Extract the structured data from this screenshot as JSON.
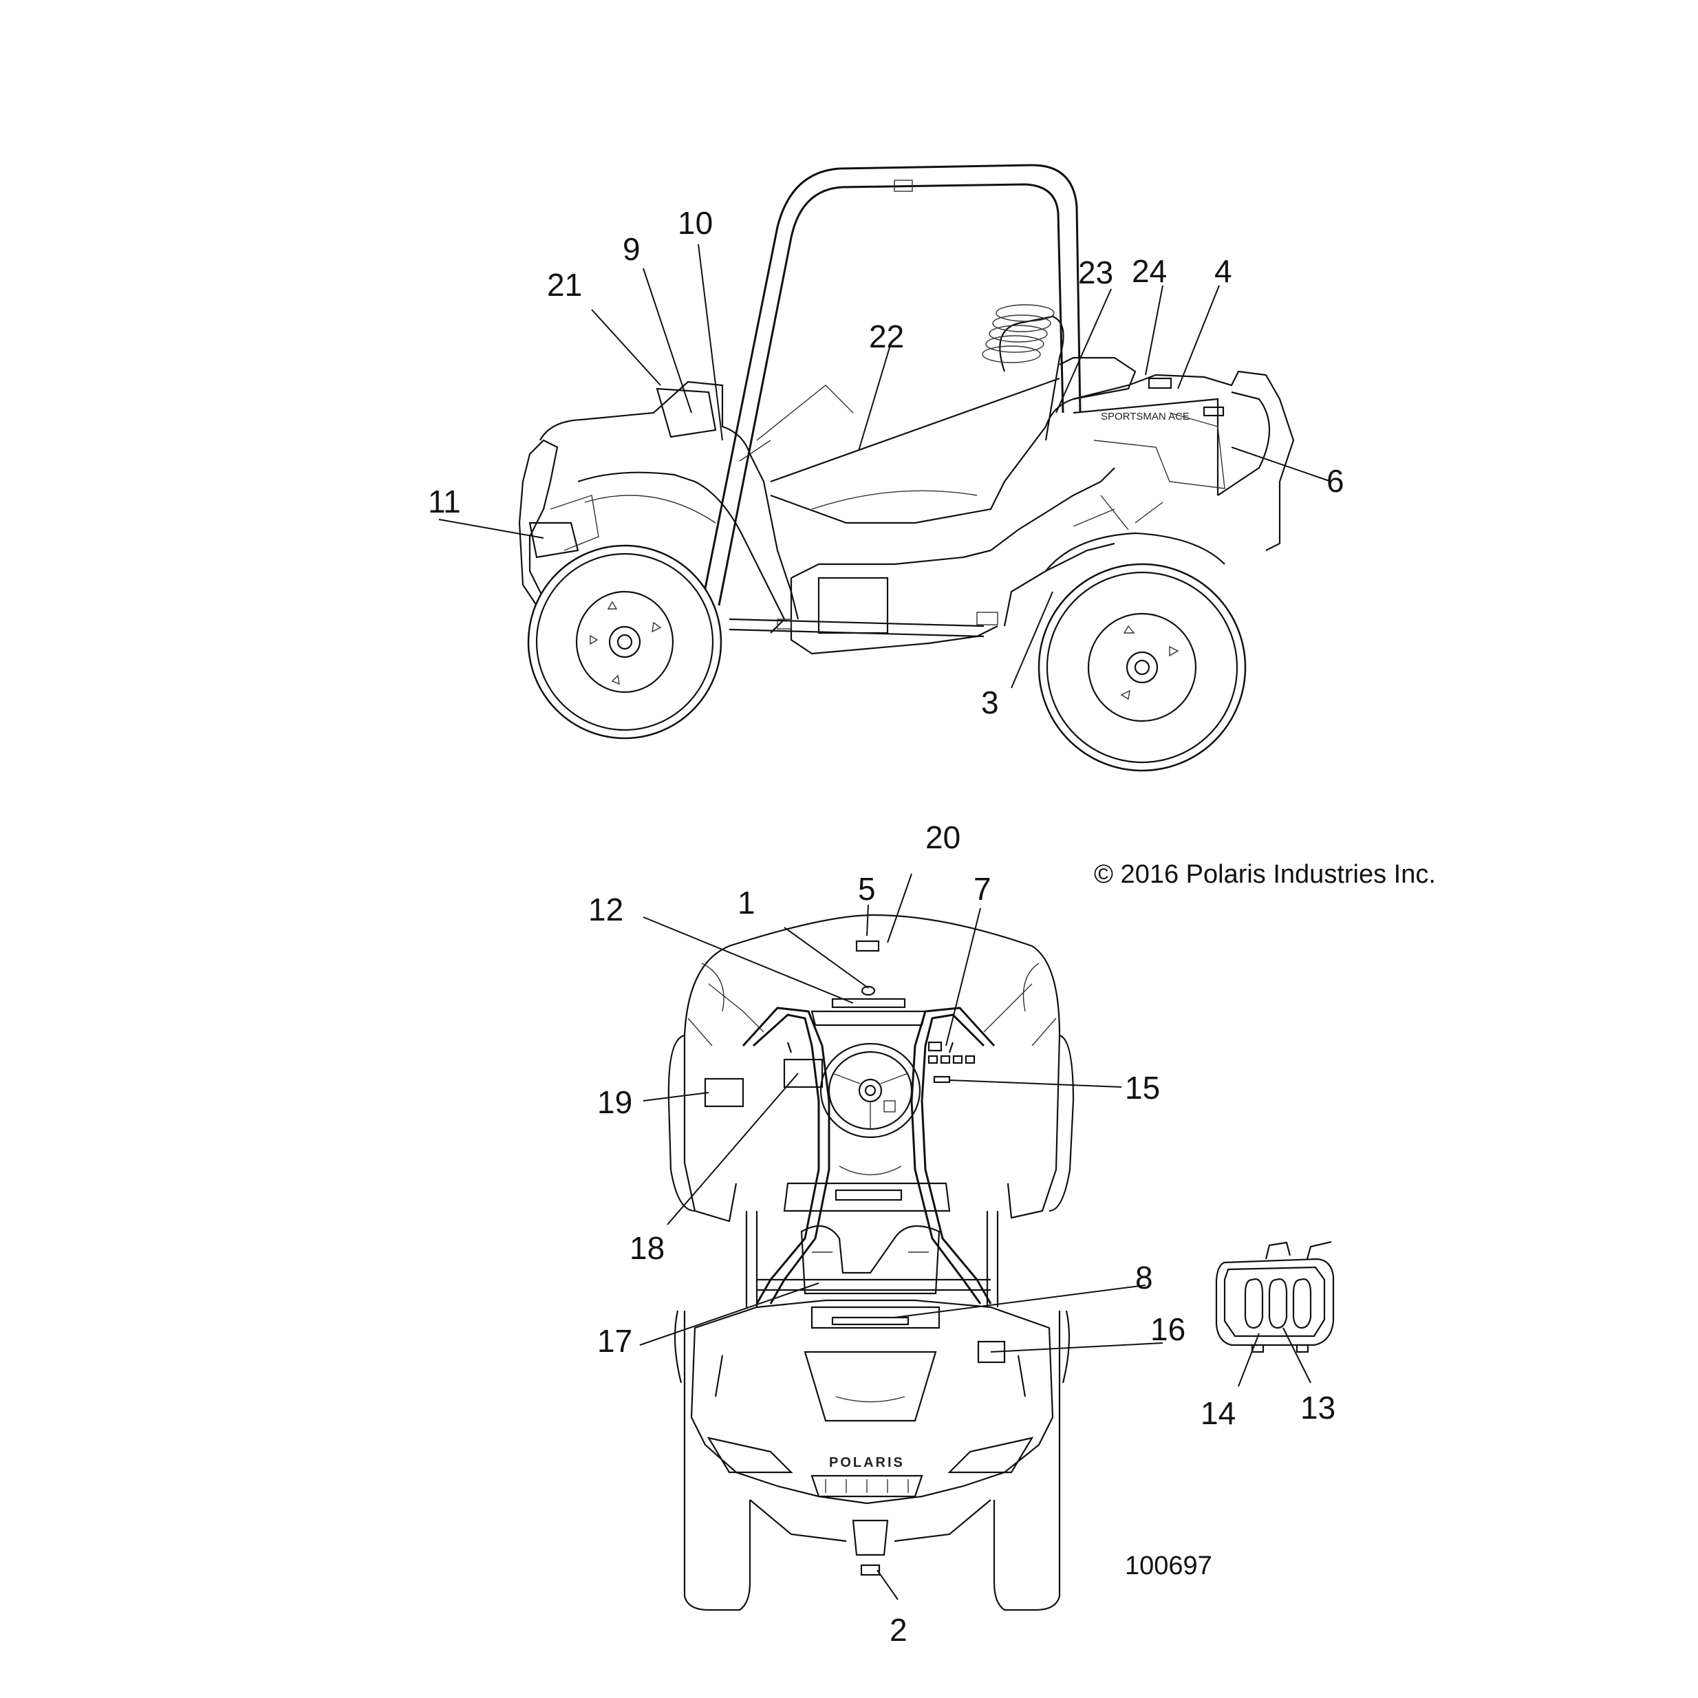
{
  "diagram": {
    "copyright": "© 2016 Polaris Industries Inc.",
    "figure_number": "100697",
    "side_view_decal_text": "SPORTSMAN ACE",
    "front_badge_text": "POLARIS",
    "callouts": {
      "c1": "1",
      "c2": "2",
      "c3": "3",
      "c4": "4",
      "c5": "5",
      "c6": "6",
      "c7": "7",
      "c8": "8",
      "c9": "9",
      "c10": "10",
      "c11": "11",
      "c12": "12",
      "c13": "13",
      "c14": "14",
      "c15": "15",
      "c16": "16",
      "c17": "17",
      "c18": "18",
      "c19": "19",
      "c20": "20",
      "c21": "21",
      "c22": "22",
      "c23": "23",
      "c24": "24"
    }
  }
}
